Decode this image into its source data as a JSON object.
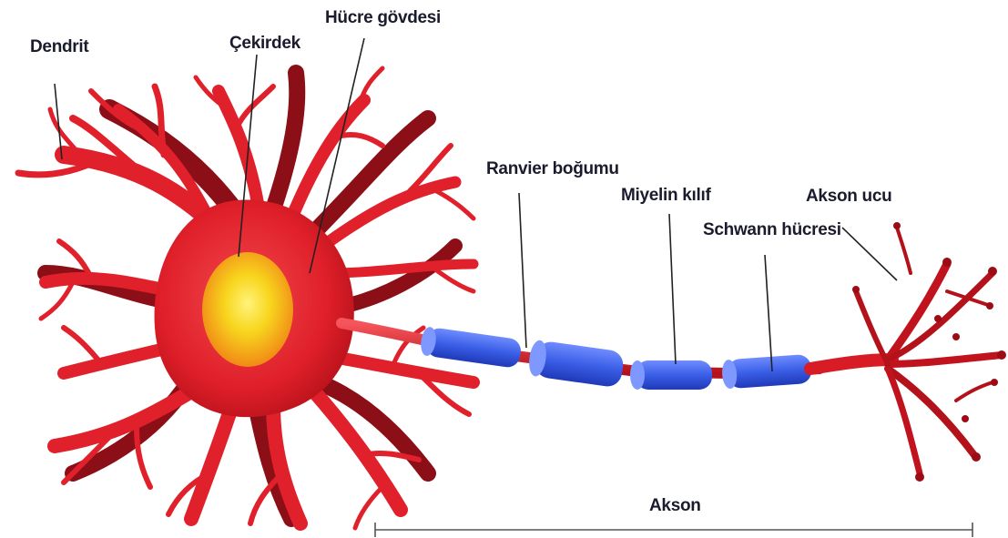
{
  "labels": {
    "dendrite": "Dendrit",
    "nucleus": "Çekirdek",
    "cell_body": "Hücre gövdesi",
    "node_of_ranvier": "Ranvier boğumu",
    "myelin_sheath": "Miyelin kılıf",
    "schwann_cell": "Schwann hücresi",
    "axon_terminal": "Akson ucu",
    "axon": "Akson"
  },
  "colors": {
    "neuron_red": "#e0202a",
    "neuron_dark": "#8c0f17",
    "myelin_blue": "#3f63e6",
    "nucleus_yellow": "#f7d21c",
    "nucleus_orange": "#f39a1a"
  }
}
